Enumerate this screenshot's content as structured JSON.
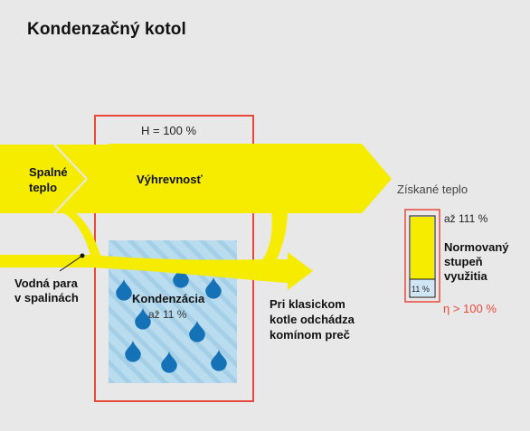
{
  "title": "Kondenzačný kotol",
  "box_label": "H = 100 %",
  "input_label": [
    "Spalné",
    "teplo"
  ],
  "arrow_label": "Výhrevnosť",
  "obtained_heat": "Získané teplo",
  "gauge_top": "až 111 %",
  "gauge_small": "11 %",
  "norm_label": [
    "Normovaný",
    "stupeň",
    "využitia"
  ],
  "eta": "η > 100 %",
  "vapor_label": [
    "Vodná para",
    "v spalinách"
  ],
  "condensation_label": "Kondenzácia",
  "condensation_value": "až 11 %",
  "classic_label": [
    "Pri klasickom",
    "kotle odchádza",
    "komínom preč"
  ],
  "colors": {
    "yellow": "#f5ec00",
    "red": "#e8483a",
    "water": "#b9dcef",
    "drop": "#1572b6",
    "background": "#e8e8e8"
  }
}
